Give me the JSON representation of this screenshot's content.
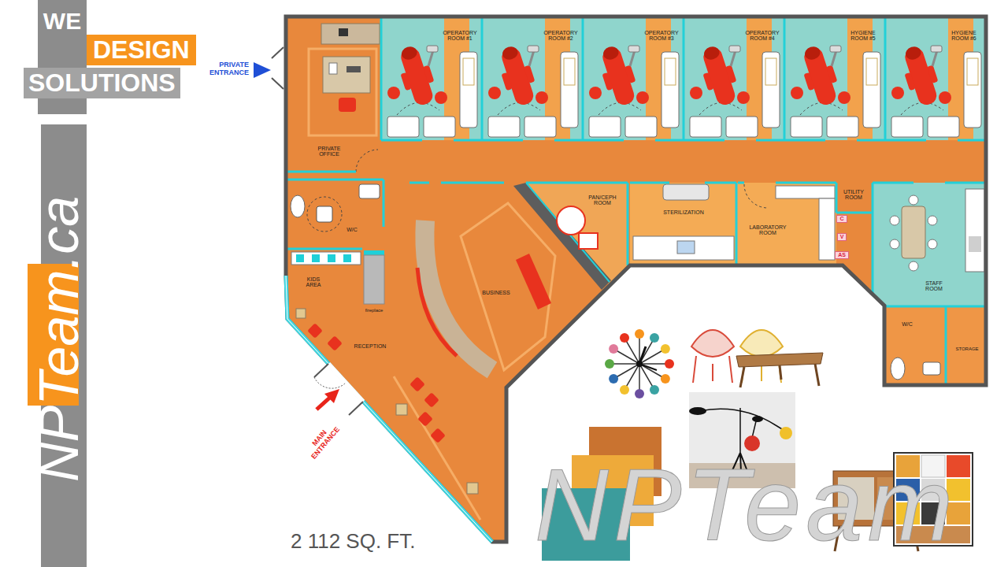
{
  "diagram": {
    "nodes": [
      {
        "text": [
          "WE"
        ]
      },
      {
        "text": [
          "DESIGN"
        ]
      },
      {
        "text": [
          "SOLUTIONS"
        ]
      },
      {
        "text": [
          "OPERATORY ROOM #1"
        ]
      },
      {
        "text": [
          "OPERATORY ROOM #2"
        ]
      },
      {
        "text": [
          "OPERATORY ROOM #3"
        ]
      },
      {
        "text": [
          "OPERATORY ROOM #4"
        ]
      },
      {
        "text": [
          "HYGIENE ROOM #5"
        ]
      },
      {
        "text": [
          "HYGIENE ROOM #6"
        ]
      },
      {
        "text": [
          "PRIVATE OFFICE"
        ]
      },
      {
        "text": [
          "W/C"
        ]
      },
      {
        "text": [
          "PAN/CEPH ROOM"
        ]
      },
      {
        "text": [
          "STERILIZATION"
        ]
      },
      {
        "text": [
          "LABORATORY ROOM"
        ]
      },
      {
        "text": [
          "UTILITY ROOM"
        ]
      },
      {
        "text": [
          "C"
        ]
      },
      {
        "text": [
          "V"
        ]
      },
      {
        "text": [
          "AS"
        ]
      },
      {
        "text": [
          "KIDS AREA"
        ]
      },
      {
        "text": [
          "fireplace"
        ]
      },
      {
        "text": [
          "BUSINESS"
        ]
      },
      {
        "text": [
          "STAFF ROOM"
        ]
      },
      {
        "text": [
          "RECEPTION"
        ]
      },
      {
        "text": [
          "W/C"
        ]
      },
      {
        "text": [
          "STORAGE"
        ]
      }
    ],
    "labels": [
      "PRIVATE ENTRANCE",
      "MAIN ENTRANCE",
      "NPTeam.ca",
      "2 112 SQ. FT.",
      "NPTeam"
    ]
  }
}
